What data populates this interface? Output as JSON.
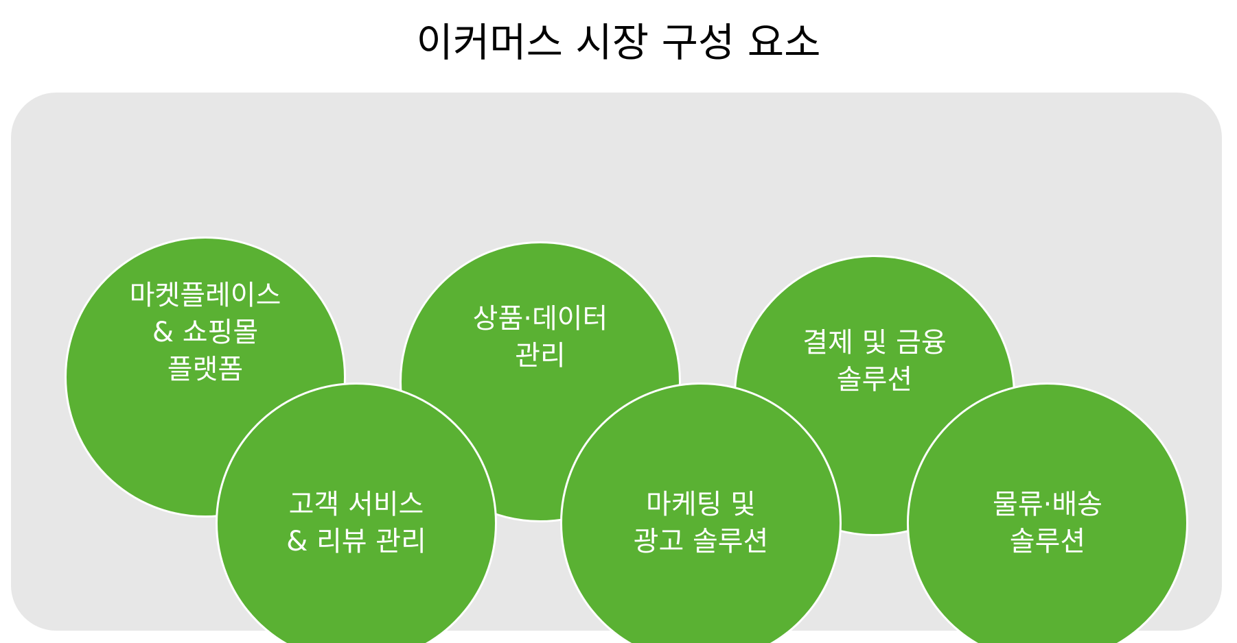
{
  "title": "이커머스 시장 구성 요소",
  "colors": {
    "panel": "#e7e7e7",
    "circle": "#5ab133",
    "circle_border": "#ffffff",
    "label": "#ffffff",
    "title": "#000000"
  },
  "components": [
    {
      "label": "마켓플레이스\n& 쇼핑몰\n플랫폼"
    },
    {
      "label": "고객 서비스\n& 리뷰 관리"
    },
    {
      "label": "상품·데이터\n관리"
    },
    {
      "label": "마케팅 및\n광고 솔루션"
    },
    {
      "label": "결제 및 금융\n솔루션"
    },
    {
      "label": "물류·배송\n솔루션"
    }
  ]
}
